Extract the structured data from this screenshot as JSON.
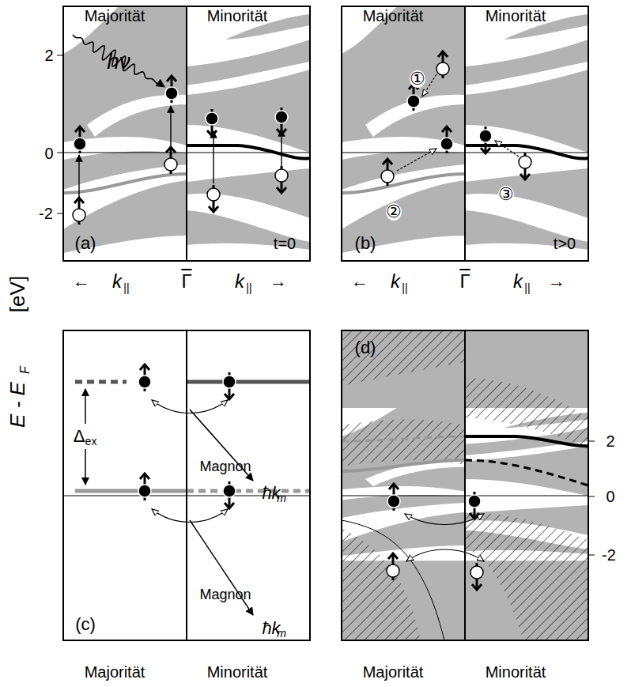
{
  "diagram": {
    "labels": [
      "Majorität",
      "Minorität",
      "Majorität",
      "Minorität",
      "hν",
      "2",
      "0",
      "-2",
      "(a)",
      "t=0",
      "(b)",
      "t>0",
      "①",
      "②",
      "③",
      "←",
      "k",
      "||",
      "Γ",
      "k",
      "||",
      "→",
      "←",
      "k",
      "||",
      "Γ",
      "k",
      "||",
      "→",
      "[eV]",
      "E - E",
      "F",
      "(c)",
      "Δ",
      "ex",
      "Magnon",
      "ħk",
      "m",
      "Magnon",
      "ħk",
      "m",
      "(d)",
      "2",
      "0",
      "-2",
      "Majorität",
      "Minorität",
      "Majorität",
      "Minorität"
    ]
  }
}
